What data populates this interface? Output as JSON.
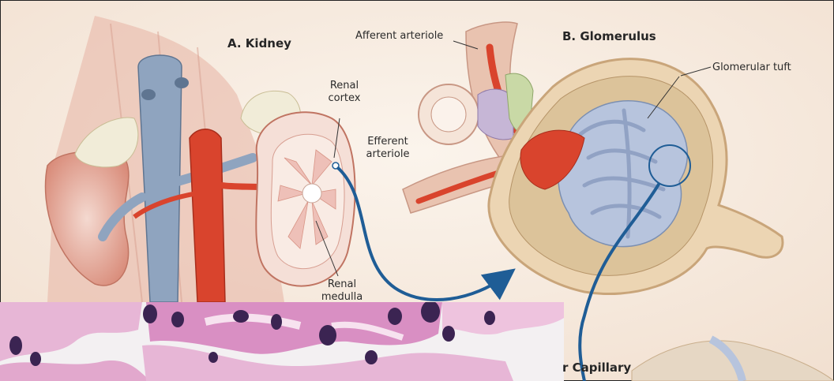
{
  "panels": {
    "kidney_title": "A. Kidney",
    "glomerulus_title": "B. Glomerulus",
    "capillary_title_partial": "r Capillary"
  },
  "labels": {
    "renal_cortex": [
      "Renal",
      "cortex"
    ],
    "renal_medulla": [
      "Renal",
      "medulla"
    ],
    "afferent_arteriole": "Afferent arteriole",
    "efferent_arteriole": [
      "Efferent",
      "arteriole"
    ],
    "glomerular_tuft": "Glomerular tuft"
  },
  "colors": {
    "background": "#f6ebe0",
    "vein_blue": "#8fa4bf",
    "artery_red": "#d9442d",
    "arrow_blue": "#1f5d96",
    "capsule_tan": "#e3c9a3",
    "micro_pink": "#e7b6d6",
    "nuclei_purple": "#3b2452"
  }
}
